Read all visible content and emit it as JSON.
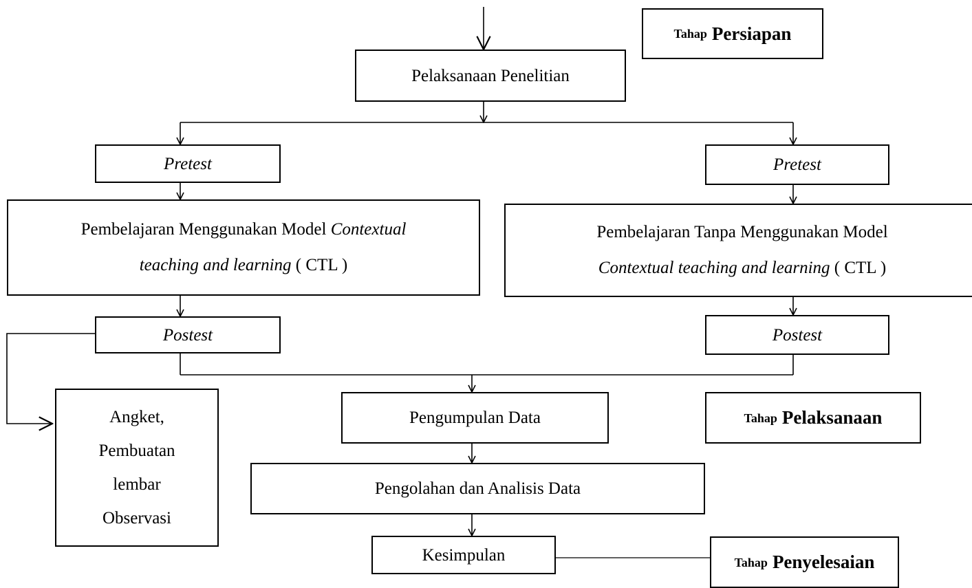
{
  "stages": {
    "tahap": "Tahap",
    "persiapan": "Persiapan",
    "pelaksanaan": "Pelaksanaan",
    "penyelesaian": "Penyelesaian"
  },
  "nodes": {
    "pelaksanaan_penelitian": "Pelaksanaan Penelitian",
    "pretest_left": "Pretest",
    "pretest_right": "Pretest",
    "pembelajaran_ctl_line1_a": "Pembelajaran Menggunakan Model ",
    "pembelajaran_ctl_line1_b": "Contextual",
    "pembelajaran_ctl_line2_a": "teaching and learning",
    "pembelajaran_ctl_line2_b": " ( CTL )",
    "pembelajaran_tanpa_line1": "Pembelajaran Tanpa Menggunakan Model",
    "pembelajaran_tanpa_line2_a": "Contextual teaching and learning",
    "pembelajaran_tanpa_line2_b": " ( CTL )",
    "postest_left": "Postest",
    "postest_right": "Postest",
    "angket_1": "Angket,",
    "angket_2": "Pembuatan",
    "angket_3": "lembar",
    "angket_4": "Observasi",
    "pengumpulan_data": "Pengumpulan Data",
    "pengolahan": "Pengolahan dan Analisis Data",
    "kesimpulan": "Kesimpulan"
  }
}
